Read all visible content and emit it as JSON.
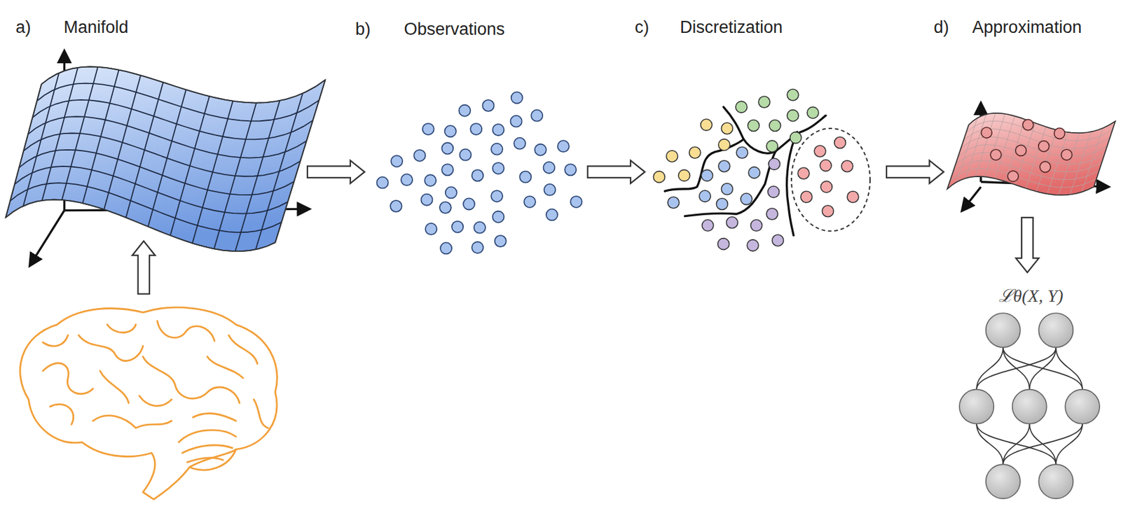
{
  "diagram": {
    "labels": [
      "a)",
      "Manifold",
      "b)",
      "Observations",
      "c)",
      "Discretization",
      "d)",
      "Approximation",
      "ℒθ(X, Y)"
    ]
  }
}
